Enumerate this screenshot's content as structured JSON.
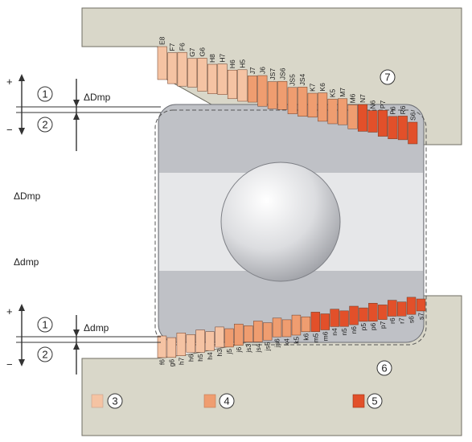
{
  "labels": {
    "delta_Dmp": "ΔDmp",
    "delta_dmp": "Δdmp",
    "plus": "+",
    "minus": "−"
  },
  "callouts": [
    "1",
    "2",
    "3",
    "4",
    "5",
    "6",
    "7"
  ],
  "housing_fits": [
    "E8",
    "F7",
    "F6",
    "G7",
    "G6",
    "H8",
    "H7",
    "H6",
    "H5",
    "J7",
    "J6",
    "JS7",
    "JS6",
    "JS5",
    "JS4",
    "K7",
    "K6",
    "K5",
    "M7",
    "M6",
    "N7",
    "N6",
    "P7",
    "P6",
    "R6",
    "S6"
  ],
  "shaft_fits": [
    "f6",
    "g6",
    "h7",
    "h6",
    "h5",
    "h4",
    "h3",
    "j5",
    "j6",
    "js3",
    "js4",
    "js5",
    "js6",
    "k4",
    "k5",
    "k6",
    "m5",
    "m6",
    "n4",
    "n5",
    "n6",
    "p5",
    "p6",
    "p7",
    "r6",
    "r7",
    "s6",
    "s7"
  ],
  "colors": {
    "housing": "#d9d7c9",
    "ring": "#bfc1c6",
    "bore": "#e6e7e9",
    "clearance": "#f5c3a3",
    "transition": "#ef9d70",
    "interference": "#e2502a"
  }
}
